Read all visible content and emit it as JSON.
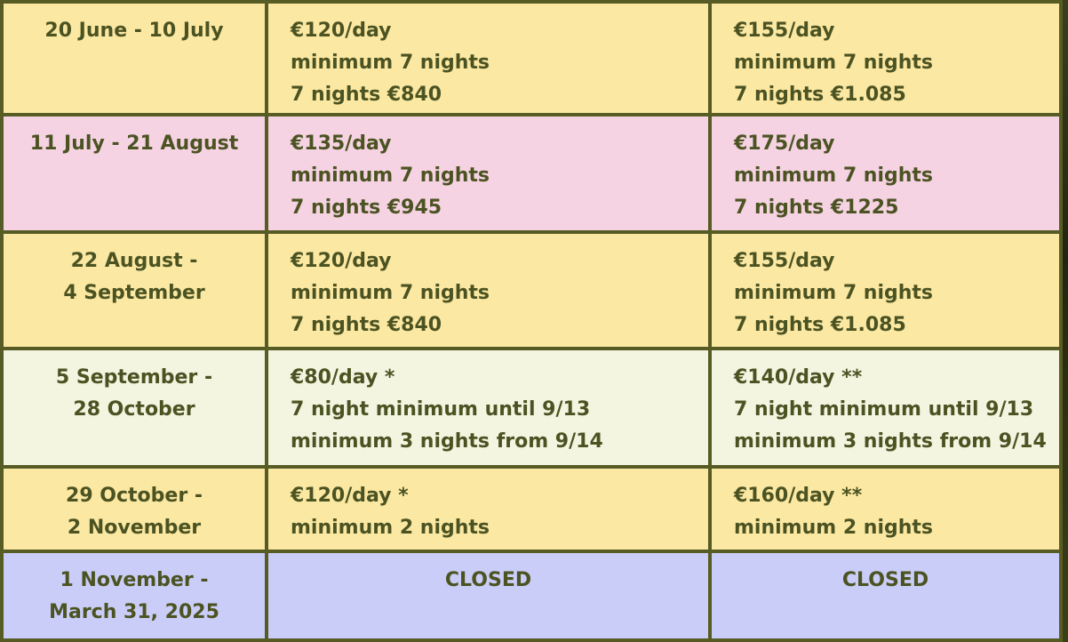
{
  "colors": {
    "grid_border": "#575b24",
    "text": "#4c5322",
    "row_yellow": "#fbe8a2",
    "row_pink": "#f6d3e3",
    "row_cream": "#f3f5e1",
    "row_lavender": "#cacdf8"
  },
  "pricing": {
    "rows": [
      {
        "period": [
          "20 June - 10 July"
        ],
        "col2_lines": [
          "€120/day",
          "minimum 7 nights",
          "7 nights €840"
        ],
        "col3_lines": [
          "€155/day",
          "minimum 7 nights",
          "7 nights €1.085"
        ]
      },
      {
        "period": [
          "11 July - 21 August"
        ],
        "col2_lines": [
          "€135/day",
          "minimum 7 nights",
          "7 nights €945"
        ],
        "col3_lines": [
          "€175/day",
          "minimum 7 nights",
          "7 nights €1225"
        ]
      },
      {
        "period": [
          "22 August -",
          "4 September"
        ],
        "col2_lines": [
          "€120/day",
          "minimum 7 nights",
          "7 nights €840"
        ],
        "col3_lines": [
          "€155/day",
          "minimum 7 nights",
          "7 nights €1.085"
        ]
      },
      {
        "period": [
          "5 September -",
          "28 October"
        ],
        "col2_lines": [
          "€80/day *",
          "7 night minimum until 9/13",
          "minimum 3 nights from 9/14"
        ],
        "col3_lines": [
          "€140/day **",
          "7 night minimum until 9/13",
          "minimum 3 nights from 9/14"
        ]
      },
      {
        "period": [
          "29 October -",
          "2 November"
        ],
        "col2_lines": [
          "€120/day *",
          "minimum 2 nights"
        ],
        "col3_lines": [
          "€160/day **",
          "minimum 2 nights"
        ]
      },
      {
        "period": [
          "1 November -",
          "March 31, 2025"
        ],
        "col2_lines": [
          "CLOSED"
        ],
        "col3_lines": [
          "CLOSED"
        ]
      }
    ]
  }
}
